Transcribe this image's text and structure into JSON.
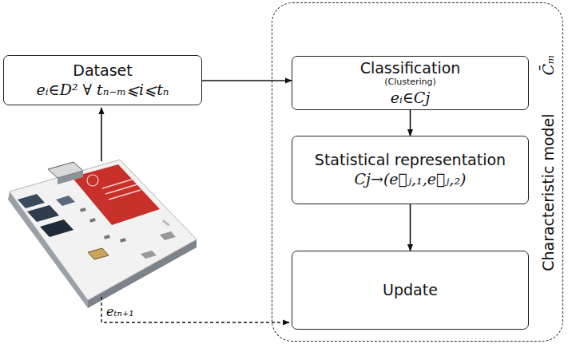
{
  "diagram": {
    "nodes": [
      {
        "text": [
          "Dataset",
          "eᵢ∈D²  ∀ tₙ₋ₘ⩽i⩽tₙ"
        ]
      },
      {
        "text": [
          "Characteristic model",
          "C̄ₘ"
        ]
      },
      {
        "text": [
          "Classification",
          "(Clustering)",
          "eᵢ∈Cj"
        ],
        "in": 1
      },
      {
        "text": [
          "Statistical representation",
          "Cj→(e⃗ⱼ,₁,e⃗ⱼ,₂)"
        ],
        "in": 1
      },
      {
        "text": [
          "Update"
        ],
        "in": 1
      }
    ],
    "edges": [
      {
        "from": 0,
        "to": 2,
        "arrow": "to"
      },
      {
        "from": 2,
        "to": 3,
        "arrow": "to"
      },
      {
        "from": 3,
        "to": 4,
        "arrow": "to"
      }
    ],
    "labels": [
      "eₜₙ₊₁"
    ]
  }
}
